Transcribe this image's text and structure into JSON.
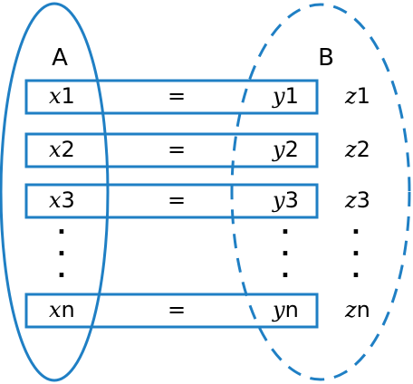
{
  "set_a": {
    "label": "A",
    "border": "solid"
  },
  "set_b": {
    "label": "B",
    "border": "dashed"
  },
  "accent_color": "#1f7fc4",
  "equals_symbol": "=",
  "vertical_dots": ".",
  "rows": [
    {
      "x_var": "x",
      "x_sub": "1",
      "y_var": "y",
      "y_sub": "1",
      "z_var": "z",
      "z_sub": "1"
    },
    {
      "x_var": "x",
      "x_sub": "2",
      "y_var": "y",
      "y_sub": "2",
      "z_var": "z",
      "z_sub": "2"
    },
    {
      "x_var": "x",
      "x_sub": "3",
      "y_var": "y",
      "y_sub": "3",
      "z_var": "z",
      "z_sub": "3"
    },
    {
      "x_var": "x",
      "x_sub": "n",
      "y_var": "y",
      "y_sub": "n",
      "z_var": "z",
      "z_sub": "n"
    }
  ]
}
